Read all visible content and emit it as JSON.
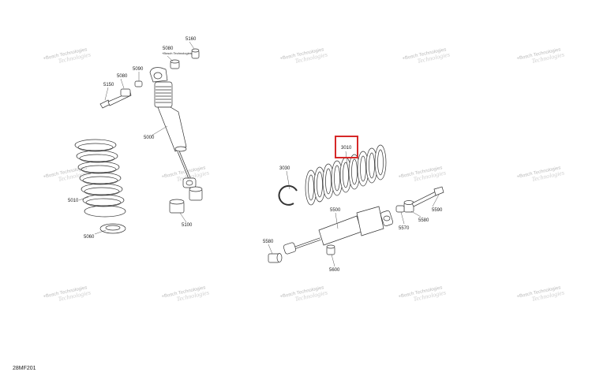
{
  "watermark": {
    "line1": "+Bosch Technologies",
    "line2": "Technologies"
  },
  "labels": {
    "p5160": "5160",
    "p5080a": "5080",
    "p5080a_sub": "+Bosch Technologies",
    "p5090": "5090",
    "p5080b": "5080",
    "p5150": "5150",
    "p5000": "5000",
    "p5010": "5010",
    "p5060": "5060",
    "p5100": "5100",
    "p3010": "3010",
    "p3030": "3030",
    "p5500": "5500",
    "p5580a": "5580",
    "p5590": "5590",
    "p5580b": "5580",
    "p5570": "5570",
    "p5600": "5600"
  },
  "figure_ref": "28MF201",
  "colors": {
    "highlight": "#d62828",
    "line": "#333333",
    "watermark": "#b9b9b9"
  }
}
